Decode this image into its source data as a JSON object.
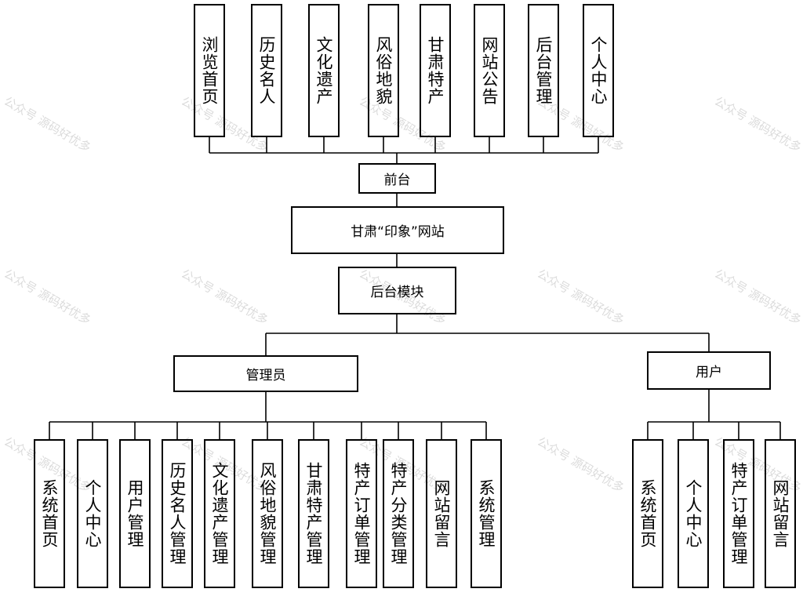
{
  "frontend": {
    "items": [
      "浏览首页",
      "历史名人",
      "文化遗产",
      "风俗地貌",
      "甘肃特产",
      "网站公告",
      "后台管理",
      "个人中心"
    ],
    "label": "前台"
  },
  "site": {
    "title": "甘肃“印象”网站"
  },
  "backend": {
    "label": "后台模块"
  },
  "admin": {
    "label": "管理员",
    "items": [
      "系统首页",
      "个人中心",
      "用户管理",
      "历史名人管理",
      "文化遗产管理",
      "风俗地貌管理",
      "甘肃特产管理",
      "特产订单管理",
      "特产分类管理",
      "网站留言",
      "系统管理"
    ]
  },
  "user": {
    "label": "用户",
    "items": [
      "系统首页",
      "个人中心",
      "特产订单管理",
      "网站留言"
    ]
  },
  "watermark": "公众号 源码好优多"
}
